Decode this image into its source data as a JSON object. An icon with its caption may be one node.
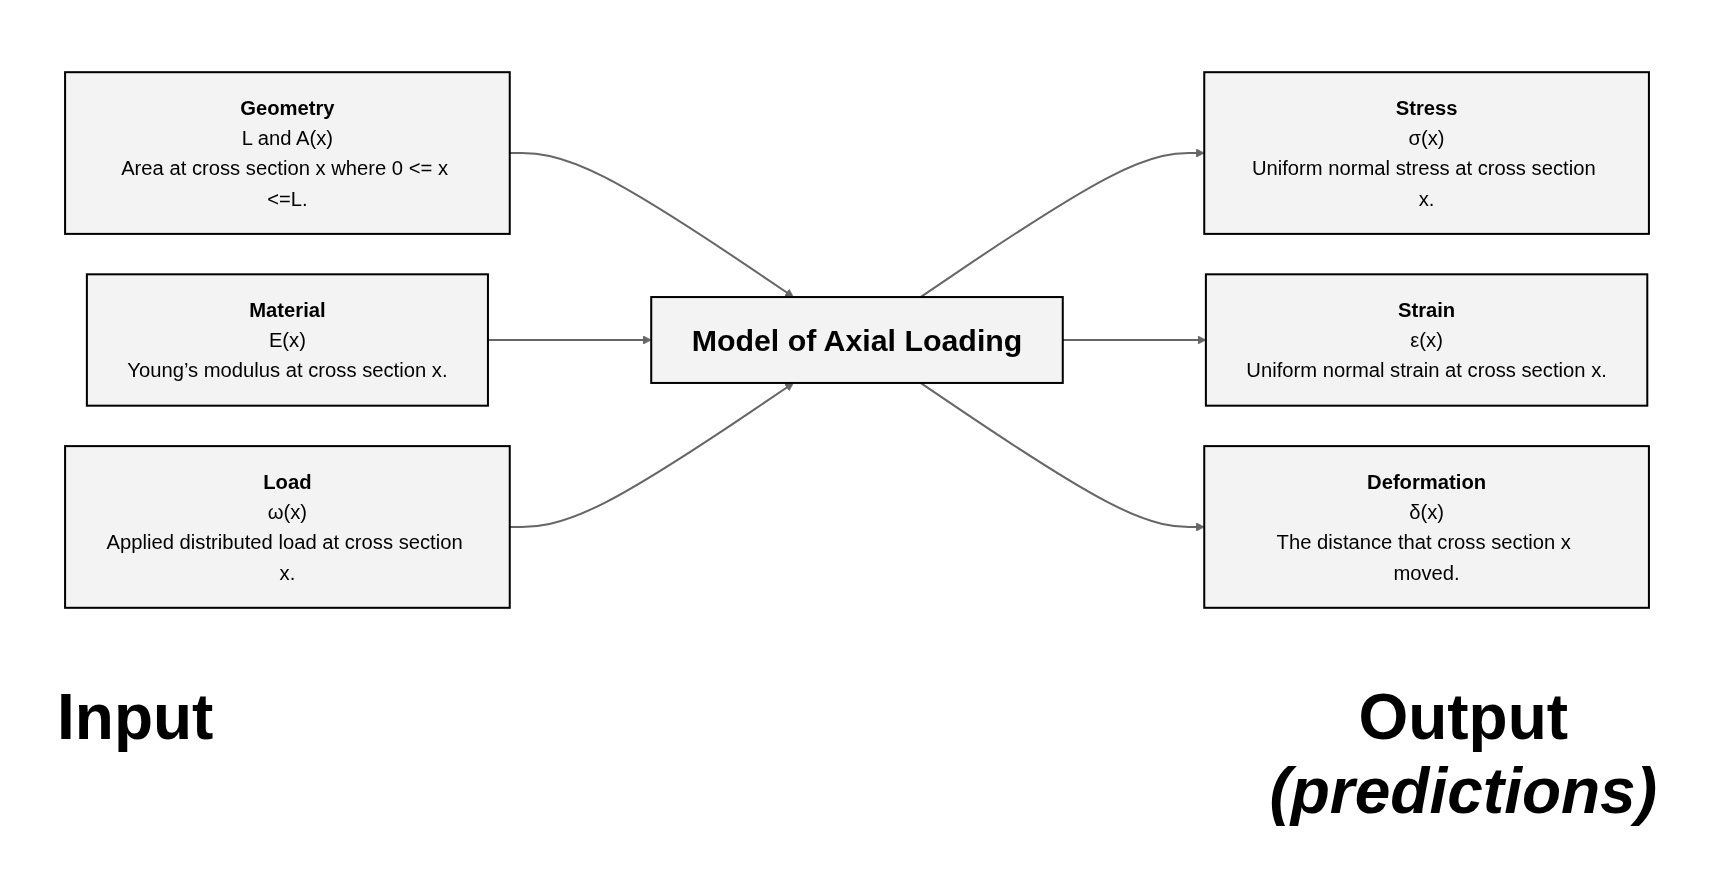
{
  "diagram": {
    "nodes": [
      {
        "text": [
          "Geometry",
          "L and A(x)",
          "Area at cross section x where 0 <= x <=L."
        ]
      },
      {
        "text": [
          "Material",
          "E(x)",
          "Young’s modulus at cross section x."
        ]
      },
      {
        "text": [
          "Load",
          "ω(x)",
          "Applied distributed load at cross section x."
        ]
      },
      {
        "text": [
          "Model of Axial Loading"
        ]
      },
      {
        "text": [
          "Stress",
          "σ(x)",
          "Uniform normal stress at cross section x."
        ]
      },
      {
        "text": [
          "Strain",
          "ε(x)",
          "Uniform normal strain at cross section x."
        ]
      },
      {
        "text": [
          "Deformation",
          "δ(x)",
          "The distance that cross section x moved."
        ]
      }
    ],
    "edges": [
      {
        "from": 0,
        "to": 3,
        "arrow": "to"
      },
      {
        "from": 1,
        "to": 3,
        "arrow": "to"
      },
      {
        "from": 2,
        "to": 3,
        "arrow": "to"
      },
      {
        "from": 3,
        "to": 4,
        "arrow": "to"
      },
      {
        "from": 3,
        "to": 5,
        "arrow": "to"
      },
      {
        "from": 3,
        "to": 6,
        "arrow": "to"
      }
    ],
    "labels": [
      "Input",
      "Output",
      "(predictions)"
    ]
  }
}
